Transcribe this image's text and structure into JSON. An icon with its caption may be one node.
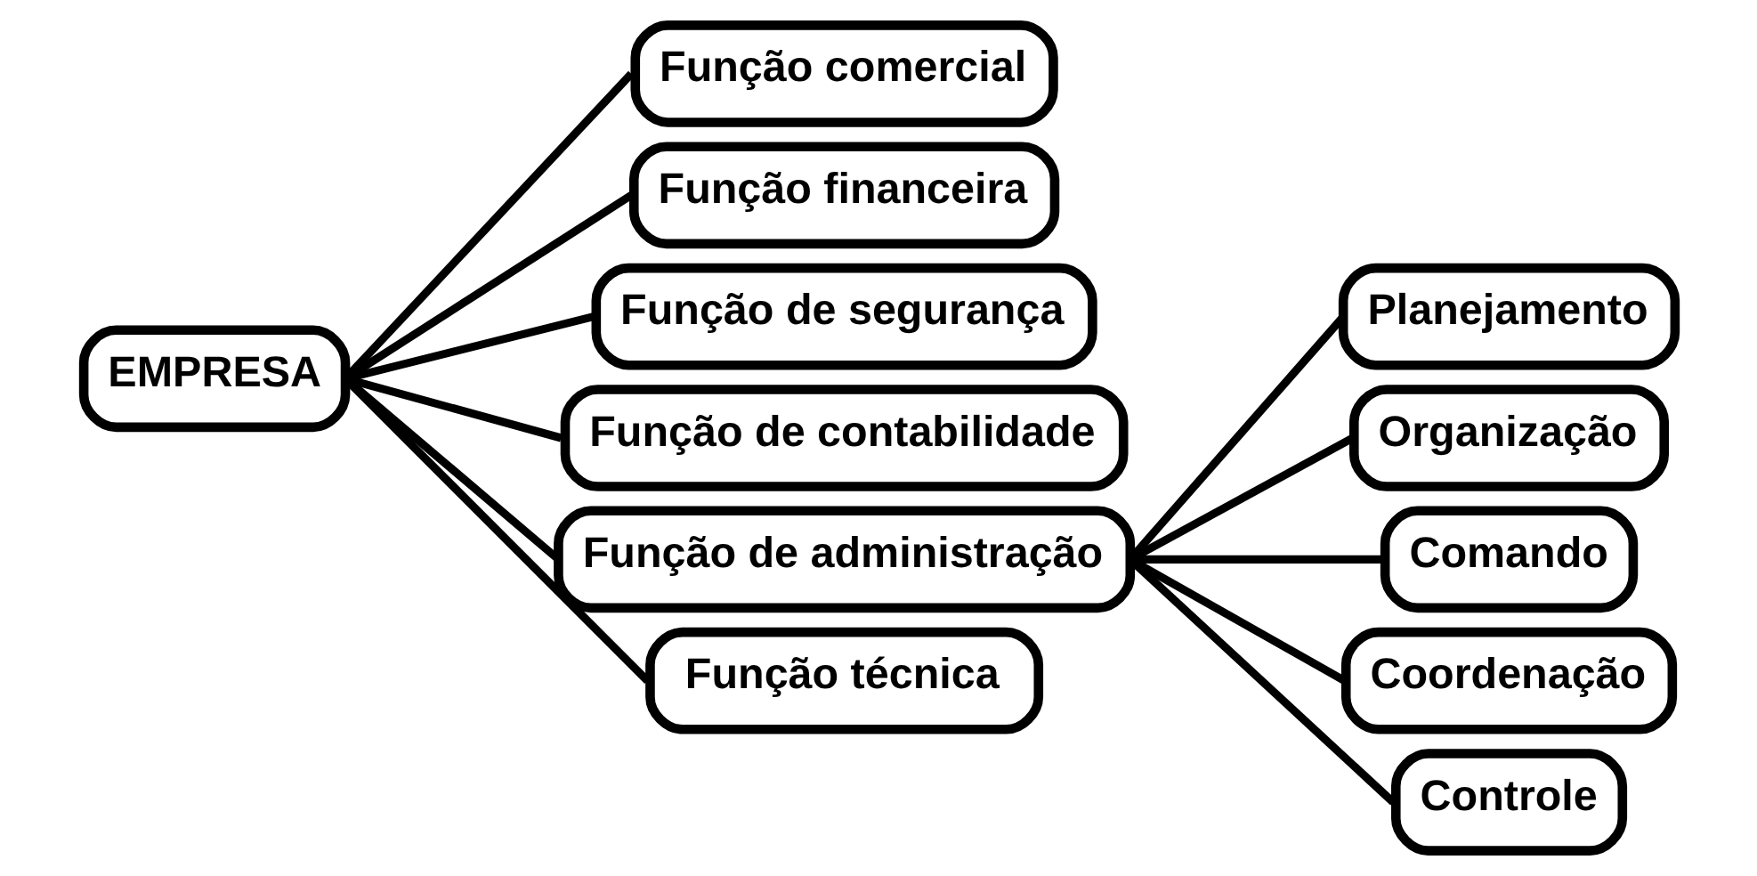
{
  "diagram": {
    "nodes": [
      {
        "text": [
          "EMPRESA"
        ]
      },
      {
        "text": [
          "Função comercial"
        ]
      },
      {
        "text": [
          "Função financeira"
        ]
      },
      {
        "text": [
          "Função de segurança"
        ]
      },
      {
        "text": [
          "Função de contabilidade"
        ]
      },
      {
        "text": [
          "Função de administração"
        ]
      },
      {
        "text": [
          "Função técnica"
        ]
      },
      {
        "text": [
          "Planejamento"
        ]
      },
      {
        "text": [
          "Organização"
        ]
      },
      {
        "text": [
          "Comando"
        ]
      },
      {
        "text": [
          "Coordenação"
        ]
      },
      {
        "text": [
          "Controle"
        ]
      }
    ],
    "edges": [
      {
        "from": 0,
        "to": 1,
        "arrow": "none"
      },
      {
        "from": 0,
        "to": 2,
        "arrow": "none"
      },
      {
        "from": 0,
        "to": 3,
        "arrow": "none"
      },
      {
        "from": 0,
        "to": 4,
        "arrow": "none"
      },
      {
        "from": 0,
        "to": 5,
        "arrow": "none"
      },
      {
        "from": 0,
        "to": 6,
        "arrow": "none"
      },
      {
        "from": 5,
        "to": 7,
        "arrow": "none"
      },
      {
        "from": 5,
        "to": 8,
        "arrow": "none"
      },
      {
        "from": 5,
        "to": 9,
        "arrow": "none"
      },
      {
        "from": 5,
        "to": 10,
        "arrow": "none"
      },
      {
        "from": 5,
        "to": 11,
        "arrow": "none"
      }
    ]
  }
}
